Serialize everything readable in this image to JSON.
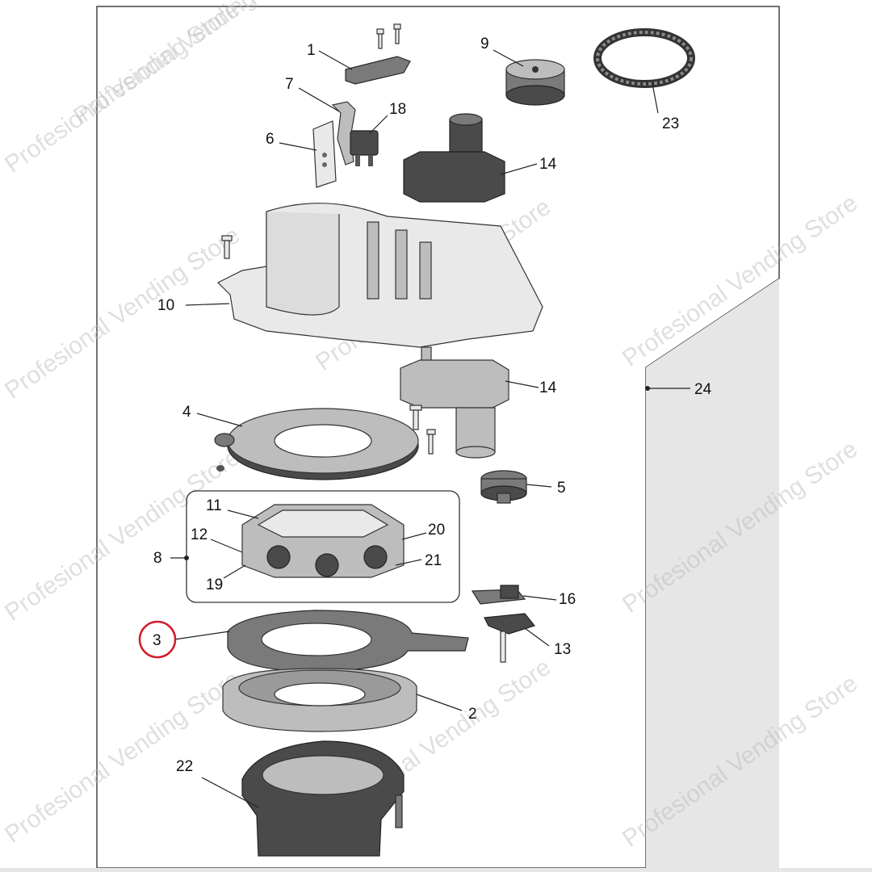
{
  "watermark": {
    "text": "Profesional Vending Store"
  },
  "parts": [
    {
      "id": "1",
      "label": "1"
    },
    {
      "id": "2",
      "label": "2"
    },
    {
      "id": "3",
      "label": "3",
      "highlighted": true
    },
    {
      "id": "4",
      "label": "4"
    },
    {
      "id": "5",
      "label": "5"
    },
    {
      "id": "6",
      "label": "6"
    },
    {
      "id": "7",
      "label": "7"
    },
    {
      "id": "8",
      "label": "8"
    },
    {
      "id": "9",
      "label": "9"
    },
    {
      "id": "10",
      "label": "10"
    },
    {
      "id": "11",
      "label": "11"
    },
    {
      "id": "12",
      "label": "12"
    },
    {
      "id": "13",
      "label": "13"
    },
    {
      "id": "14a",
      "label": "14"
    },
    {
      "id": "14b",
      "label": "14"
    },
    {
      "id": "16",
      "label": "16"
    },
    {
      "id": "18",
      "label": "18"
    },
    {
      "id": "19",
      "label": "19"
    },
    {
      "id": "20",
      "label": "20"
    },
    {
      "id": "21",
      "label": "21"
    },
    {
      "id": "22",
      "label": "22"
    },
    {
      "id": "23",
      "label": "23"
    },
    {
      "id": "24",
      "label": "24"
    }
  ],
  "colors": {
    "highlight_circle": "#d21c2a",
    "background_panel": "#e6e6e6",
    "line": "#222222"
  }
}
